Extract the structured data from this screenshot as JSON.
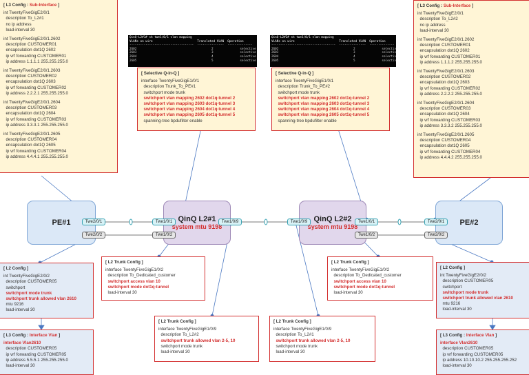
{
  "devices": {
    "pe1": {
      "name": "PE#1"
    },
    "pe2": {
      "name": "PE#2"
    },
    "l2a": {
      "name": "QinQ L2#1",
      "sub": "system mtu 9198"
    },
    "l2b": {
      "name": "QinQ L2#2",
      "sub": "system mtu 9198"
    }
  },
  "ports": {
    "pe1_a": "Twe2/0/1",
    "pe1_b": "Twe2/0/2",
    "l2a_a": "Twe1/0/1",
    "l2a_b": "Twe1/0/2",
    "l2a_c": "Twe1/0/9",
    "l2b_c": "Twe1/0/9",
    "l2b_a": "Twe1/0/1",
    "l2b_b": "Twe1/0/2",
    "pe2_a": "Twe2/0/1",
    "pe2_b": "Twe2/0/2"
  },
  "terminals": [
    {
      "prompt": "QinQ-L2#1# sh twe1/0/1 vlan mapping",
      "header": [
        "VLANs on wire",
        "Translated VLAN",
        "Operation"
      ],
      "rows": [
        [
          "2602",
          "2",
          "selective QinQ"
        ],
        [
          "2603",
          "3",
          "selective QinQ"
        ],
        [
          "2604",
          "4",
          "selective QinQ"
        ],
        [
          "2605",
          "5",
          "selective QinQ"
        ]
      ]
    },
    {
      "prompt": "QinQ-L2#2# sh twe1/0/1 vlan mapping",
      "header": [
        "VLANs on wire",
        "Translated VLAN",
        "Operation"
      ],
      "rows": [
        [
          "2602",
          "2",
          "selective QinQ"
        ],
        [
          "2603",
          "3",
          "selective QinQ"
        ],
        [
          "2604",
          "4",
          "selective QinQ"
        ],
        [
          "2605",
          "5",
          "selective QinQ"
        ]
      ]
    }
  ],
  "configs": {
    "pe1_l3": {
      "title": "[ L3 Config : ",
      "accent": "Sub-Interface",
      "close": " ]",
      "lines": [
        {
          "t": "int TwentyFiveGigE2/0/1"
        },
        {
          "t": "  description To_L2#1"
        },
        {
          "t": "  no ip address"
        },
        {
          "t": "  load-interval 30"
        },
        {
          "gap": true
        },
        {
          "t": "int TwentyFiveGigE2/0/1.2602"
        },
        {
          "t": "  description CUSTOMER01"
        },
        {
          "t": "  encapsulation dot1Q 2602"
        },
        {
          "t": "  ip vrf forwarding CUSTOMER01"
        },
        {
          "t": "  ip address 1.1.1.1 255.255.255.0"
        },
        {
          "gap": true
        },
        {
          "t": "int TwentyFiveGigE2/0/1.2603"
        },
        {
          "t": "  description CUSTOMER02"
        },
        {
          "t": "  encapsulation dot1Q 2603"
        },
        {
          "t": "  ip vrf forwarding CUSTOMER02"
        },
        {
          "t": "  ip address 2.2.2.1 255.255.255.0"
        },
        {
          "gap": true
        },
        {
          "t": "int TwentyFiveGigE2/0/1.2604"
        },
        {
          "t": "  description CUSTOMER03"
        },
        {
          "t": "  encapsulation dot1Q 2604"
        },
        {
          "t": "  ip vrf forwarding CUSTOMER03"
        },
        {
          "t": "  ip address 3.3.3.1 255.255.255.0"
        },
        {
          "gap": true
        },
        {
          "t": "int TwentyFiveGigE2/0/1.2605"
        },
        {
          "t": "  description CUSTOMER04"
        },
        {
          "t": "  encapsulation dot1Q 2605"
        },
        {
          "t": "  ip vrf forwarding CUSTOMER04"
        },
        {
          "t": "  ip address 4.4.4.1 255.255.255.0"
        }
      ]
    },
    "pe2_l3": {
      "title": "[ L3 Config : ",
      "accent": "Sub-Interface",
      "close": " ]",
      "lines": [
        {
          "t": "int TwentyFiveGigE2/0/1"
        },
        {
          "t": "  description To_L2#2"
        },
        {
          "t": "  no ip address"
        },
        {
          "t": "  load-interval 30"
        },
        {
          "gap": true
        },
        {
          "t": "int TwentyFiveGigE2/0/1.2602"
        },
        {
          "t": "  description CUSTOMER01"
        },
        {
          "t": "  encapsulation dot1Q 2602"
        },
        {
          "t": "  ip vrf forwarding CUSTOMER01"
        },
        {
          "t": "  ip address 1.1.1.2 255.255.255.0"
        },
        {
          "gap": true
        },
        {
          "t": "int TwentyFiveGigE2/0/1.2603"
        },
        {
          "t": "  description CUSTOMER02"
        },
        {
          "t": "  encapsulation dot1Q 2603"
        },
        {
          "t": "  ip vrf forwarding CUSTOMER02"
        },
        {
          "t": "  ip address 2.2.2.2 255.255.255.0"
        },
        {
          "gap": true
        },
        {
          "t": "int TwentyFiveGigE2/0/1.2604"
        },
        {
          "t": "  description CUSTOMER03"
        },
        {
          "t": "  encapsulation dot1Q 2604"
        },
        {
          "t": "  ip vrf forwarding CUSTOMER03"
        },
        {
          "t": "  ip address 3.3.3.2 255.255.255.0"
        },
        {
          "gap": true
        },
        {
          "t": "int TwentyFiveGigE2/0/1.2605"
        },
        {
          "t": "  description CUSTOMER04"
        },
        {
          "t": "  encapsulation dot1Q 2605"
        },
        {
          "t": "  ip vrf forwarding CUSTOMER04"
        },
        {
          "t": "  ip address 4.4.4.2 255.255.255.0"
        }
      ]
    },
    "l2a_sq": {
      "title": "[ Selective Q-in-Q ]",
      "accent": "",
      "close": "",
      "lines": [
        {
          "t": "interface TwentyFiveGigE1/0/1"
        },
        {
          "t": "  description Trunk_To_PE#1"
        },
        {
          "t": "  switchport mode trunk"
        },
        {
          "t": "  switchport vlan mapping 2602 dot1q-tunnel 2",
          "red": true
        },
        {
          "t": "  switchport vlan mapping 2603 dot1q-tunnel 3",
          "red": true
        },
        {
          "t": "  switchport vlan mapping 2604 dot1q-tunnel 4",
          "red": true
        },
        {
          "t": "  switchport vlan mapping 2605 dot1q-tunnel 5",
          "red": true
        },
        {
          "t": "  spanning-tree bpdufilter enable"
        }
      ]
    },
    "l2b_sq": {
      "title": "[ Selective Q-in-Q ]",
      "accent": "",
      "close": "",
      "lines": [
        {
          "t": "interface TwentyFiveGigE1/0/1"
        },
        {
          "t": "  description Trunk_To_PE#2"
        },
        {
          "t": "  switchport mode trunk"
        },
        {
          "t": "  switchport vlan mapping 2602 dot1q-tunnel 2",
          "red": true
        },
        {
          "t": "  switchport vlan mapping 2603 dot1q-tunnel 3",
          "red": true
        },
        {
          "t": "  switchport vlan mapping 2604 dot1q-tunnel 4",
          "red": true
        },
        {
          "t": "  switchport vlan mapping 2605 dot1q-tunnel 5",
          "red": true
        },
        {
          "t": "  spanning-tree bpdufilter enable"
        }
      ]
    },
    "pe1_l2": {
      "title": "[ L2 Config ]",
      "accent": "",
      "close": "",
      "lines": [
        {
          "t": "int TwentyFiveGigE2/0/2"
        },
        {
          "t": "  description CUSTOMER05"
        },
        {
          "t": "  switchport"
        },
        {
          "t": "  switchport mode trunk",
          "red": true
        },
        {
          "t": "  switchport trunk allowed vlan 2610",
          "red": true
        },
        {
          "t": "  mtu 9216"
        },
        {
          "t": "  load-interval 30"
        }
      ]
    },
    "pe2_l2": {
      "title": "[ L2 Config ]",
      "accent": "",
      "close": "",
      "lines": [
        {
          "t": "int TwentyFiveGigE2/0/2"
        },
        {
          "t": "  description CUSTOMER05"
        },
        {
          "t": "  switchport"
        },
        {
          "t": "  switchport mode trunk",
          "red": true
        },
        {
          "t": "  switchport trunk allowed vlan 2610",
          "red": true
        },
        {
          "t": "  mtu 9216"
        },
        {
          "t": "  load-interval 30"
        }
      ]
    },
    "l2a_trunk": {
      "title": "[ L2 Trunk Config ]",
      "accent": "",
      "close": "",
      "lines": [
        {
          "t": "interface TwentyFiveGigE1/0/2"
        },
        {
          "t": "  description To_Dedicated_customer"
        },
        {
          "t": "  switchport access vlan 10",
          "red": true
        },
        {
          "t": "  switchport mode dot1q-tunnel",
          "red": true
        },
        {
          "t": "  load-interval 30"
        }
      ]
    },
    "l2b_trunk": {
      "title": "[ L2 Trunk Config ]",
      "accent": "",
      "close": "",
      "lines": [
        {
          "t": "interface TwentyFiveGigE1/0/2"
        },
        {
          "t": "  description To_Dedicated_customer"
        },
        {
          "t": "  switchport access vlan 10",
          "red": true
        },
        {
          "t": "  switchport mode dot1q-tunnel",
          "red": true
        },
        {
          "t": "  load-interval 30"
        }
      ]
    },
    "l2a_link": {
      "title": "[ L2 Trunk Config ]",
      "accent": "",
      "close": "",
      "lines": [
        {
          "t": "interface TwentyFiveGigE1/0/9"
        },
        {
          "t": "  description To_L2#2"
        },
        {
          "t": "  switchport trunk allowed vlan 2-5, 10",
          "red": true
        },
        {
          "t": "  switchport mode trunk"
        },
        {
          "t": "  load-interval 30"
        }
      ]
    },
    "l2b_link": {
      "title": "[ L2 Trunk Config ]",
      "accent": "",
      "close": "",
      "lines": [
        {
          "t": "interface TwentyFiveGigE1/0/9"
        },
        {
          "t": "  description To_L2#1"
        },
        {
          "t": "  switchport trunk allowed vlan 2-5, 10",
          "red": true
        },
        {
          "t": "  switchport mode trunk"
        },
        {
          "t": "  load-interval 30"
        }
      ]
    },
    "pe1_vlan": {
      "title": "[ L3 Config : ",
      "accent": "Interface Vlan",
      "close": " ]",
      "lines": [
        {
          "t": "interface Vlan2610",
          "red": true
        },
        {
          "t": "  description CUSTOMER05"
        },
        {
          "t": "  ip vrf forwarding CUSTOMER05"
        },
        {
          "t": "  ip address 5.5.5.1 255.255.255.0"
        },
        {
          "t": "  load-interval 30"
        }
      ]
    },
    "pe2_vlan": {
      "title": "[ L3 Config : ",
      "accent": "Interface Vlan",
      "close": " ]",
      "lines": [
        {
          "t": "interface Vlan2610",
          "red": true
        },
        {
          "t": "  description CUSTOMER05"
        },
        {
          "t": "  ip vrf forwarding CUSTOMER05"
        },
        {
          "t": "  ip address 10.10.10.2 255.255.255.252"
        },
        {
          "t": "  load-interval 30"
        }
      ]
    }
  },
  "colors": {
    "accent": "#d32f2f",
    "cream": "#fff5d6",
    "note_blue": "#e3ebf6",
    "pe": "#dbe8f7",
    "l2": "#e1d7ec",
    "wire": "#4a78c2",
    "tunnel": "#3aa3b4"
  }
}
